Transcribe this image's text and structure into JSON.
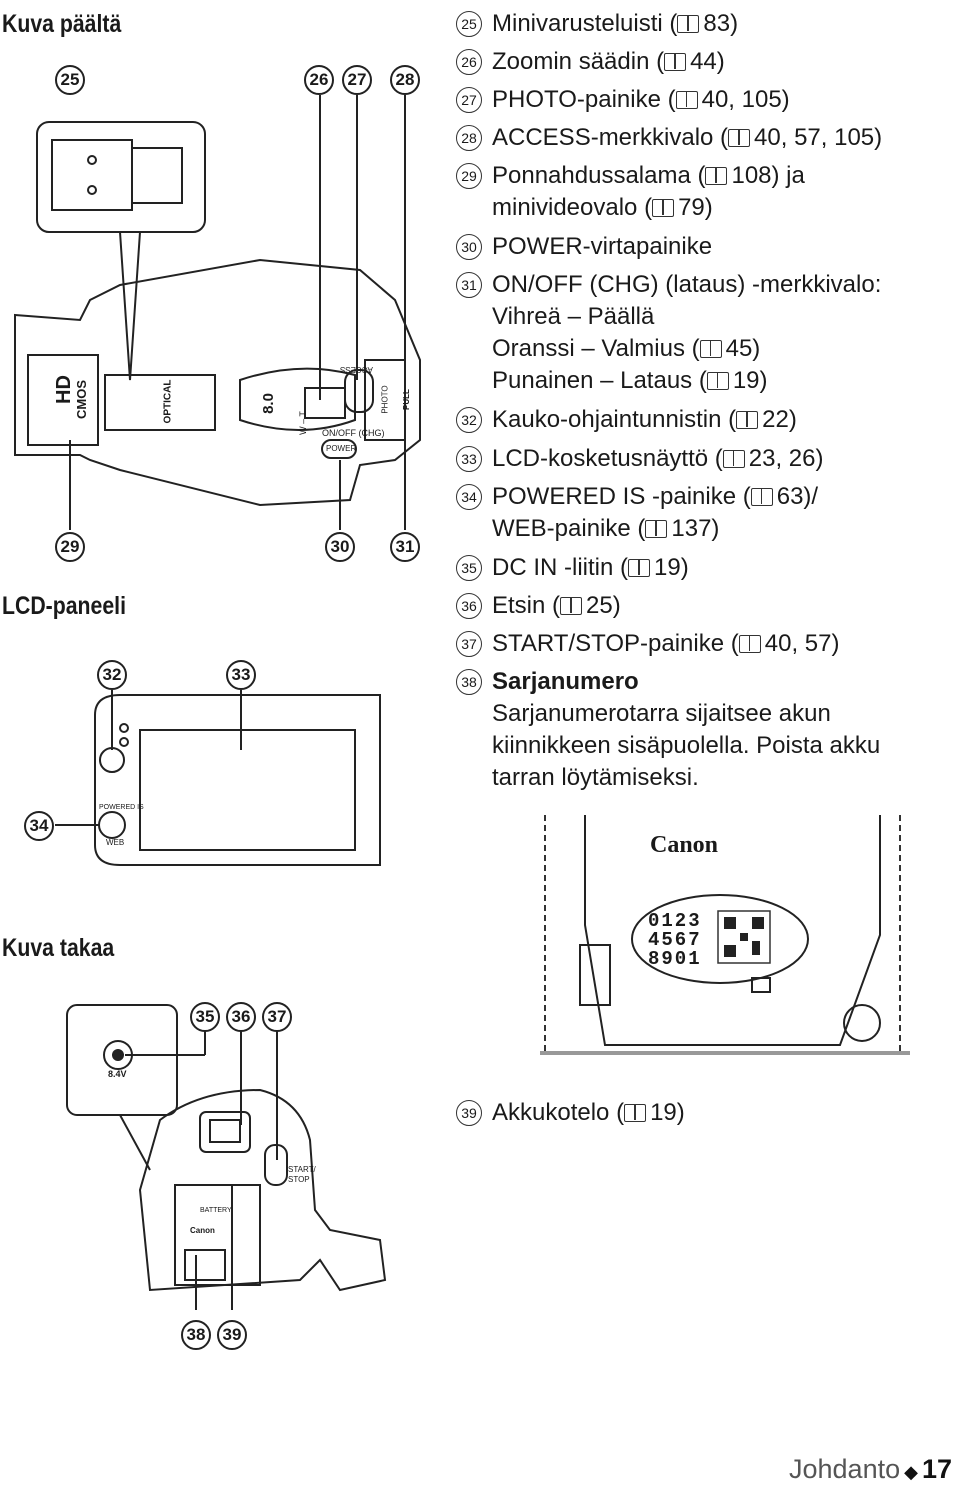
{
  "sections": {
    "top_view": "Kuva päältä",
    "lcd_panel": "LCD-paneeli",
    "rear_view": "Kuva takaa"
  },
  "callouts_top": [
    "25",
    "26",
    "27",
    "28",
    "29",
    "30",
    "31"
  ],
  "callouts_lcd": [
    "32",
    "33",
    "34"
  ],
  "callouts_rear": [
    "35",
    "36",
    "37",
    "38",
    "39"
  ],
  "camera_labels": {
    "hd": "HD",
    "cmos": "CMOS",
    "optical": "OPTICAL",
    "zoom": "8.0",
    "wt": "W – T",
    "onoff": "ON/OFF (CHG)",
    "power": "POWER",
    "photo": "PHOTO",
    "pull": "PULL",
    "access": "ACCESS",
    "powered_is": "POWERED IS",
    "web": "WEB",
    "dc": "8.4V",
    "start_stop": "START/ STOP",
    "battery": "BATTERY",
    "canon": "Canon"
  },
  "serial_plate": {
    "brand": "Canon",
    "serial_lines": [
      "0123",
      "4567",
      "8901"
    ]
  },
  "entries": [
    {
      "num": "25",
      "lines": [
        "Minivarusteluisti (",
        "83)"
      ]
    },
    {
      "num": "26",
      "lines": [
        "Zoomin säädin (",
        "44)"
      ]
    },
    {
      "num": "27",
      "lines": [
        "PHOTO-painike (",
        "40, 105)"
      ]
    },
    {
      "num": "28",
      "lines": [
        "ACCESS-merkkivalo (",
        "40, 57, 105)"
      ]
    },
    {
      "num": "29",
      "lines": [
        "Ponnahdussalama (",
        "108) ja"
      ],
      "cont": [
        "minivideovalo (",
        "79)"
      ]
    },
    {
      "num": "30",
      "lines": [
        "POWER-virtapainike"
      ]
    },
    {
      "num": "31",
      "lines": [
        "ON/OFF (CHG) (lataus) -merkkivalo:"
      ],
      "extra": [
        "Vihreä – Päällä",
        "Oranssi – Valmius (",
        "45)",
        "Punainen – Lataus (",
        "19)"
      ]
    },
    {
      "num": "32",
      "lines": [
        "Kauko-ohjaintunnistin (",
        "22)"
      ]
    },
    {
      "num": "33",
      "lines": [
        "LCD-kosketusnäyttö (",
        "23, 26)"
      ]
    },
    {
      "num": "34",
      "lines": [
        "POWERED IS -painike (",
        "63)/"
      ],
      "cont": [
        "WEB-painike (",
        "137)"
      ]
    },
    {
      "num": "35",
      "lines": [
        "DC IN -liitin (",
        "19)"
      ]
    },
    {
      "num": "36",
      "lines": [
        "Etsin (",
        "25)"
      ]
    },
    {
      "num": "37",
      "lines": [
        "START/STOP-painike (",
        "40, 57)"
      ]
    },
    {
      "num": "38",
      "lines": [
        "Sarjanumero"
      ],
      "extra": [
        "Sarjanumerotarra sijaitsee akun",
        "kiinnikkeen sisäpuolella. Poista akku",
        "tarran löytämiseksi."
      ]
    },
    {
      "num": "39",
      "lines": [
        "Akkukotelo (",
        "19)"
      ]
    }
  ],
  "footer": {
    "section": "Johdanto",
    "page": "17"
  }
}
